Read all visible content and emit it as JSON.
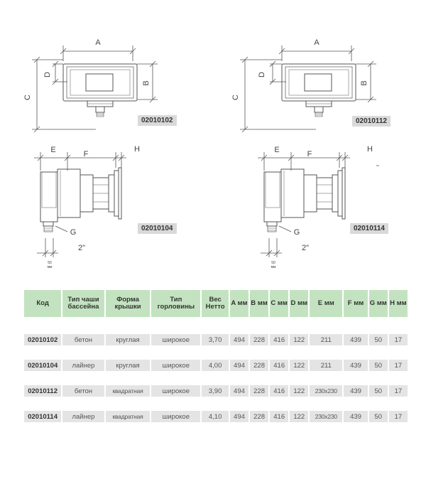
{
  "drawings": {
    "labels": {
      "A": "A",
      "B": "B",
      "C": "C",
      "D": "D",
      "E": "E",
      "F": "F",
      "G": "G",
      "H": "H",
      "pipe": "2\"",
      "gap_value": "50",
      "gap_unit": "мм"
    },
    "codes": [
      "02010102",
      "02010112",
      "02010104",
      "02010114"
    ]
  },
  "table": {
    "headers": [
      "Код",
      "Тип чаши бассейна",
      "Форма крышки",
      "Тип горловины",
      "Вес Нетто",
      "A мм",
      "B мм",
      "C мм",
      "D мм",
      "E мм",
      "F мм",
      "G мм",
      "H мм"
    ],
    "rows": [
      [
        "02010102",
        "бетон",
        "круглая",
        "широкое",
        "3,70",
        "494",
        "228",
        "416",
        "122",
        "211",
        "439",
        "50",
        "17"
      ],
      [
        "02010104",
        "лайнер",
        "круглая",
        "широкое",
        "4,00",
        "494",
        "228",
        "416",
        "122",
        "211",
        "439",
        "50",
        "17"
      ],
      [
        "02010112",
        "бетон",
        "квадратная",
        "широкое",
        "3,90",
        "494",
        "228",
        "416",
        "122",
        "230x230",
        "439",
        "50",
        "17"
      ],
      [
        "02010114",
        "лайнер",
        "квадратная",
        "широкое",
        "4,10",
        "494",
        "228",
        "416",
        "122",
        "230x230",
        "439",
        "50",
        "17"
      ]
    ]
  },
  "colors": {
    "header_bg": "#c3e3c0",
    "row_bg": "#e4e4e4",
    "code_box_bg": "#d9d9d9",
    "line": "#555555"
  }
}
